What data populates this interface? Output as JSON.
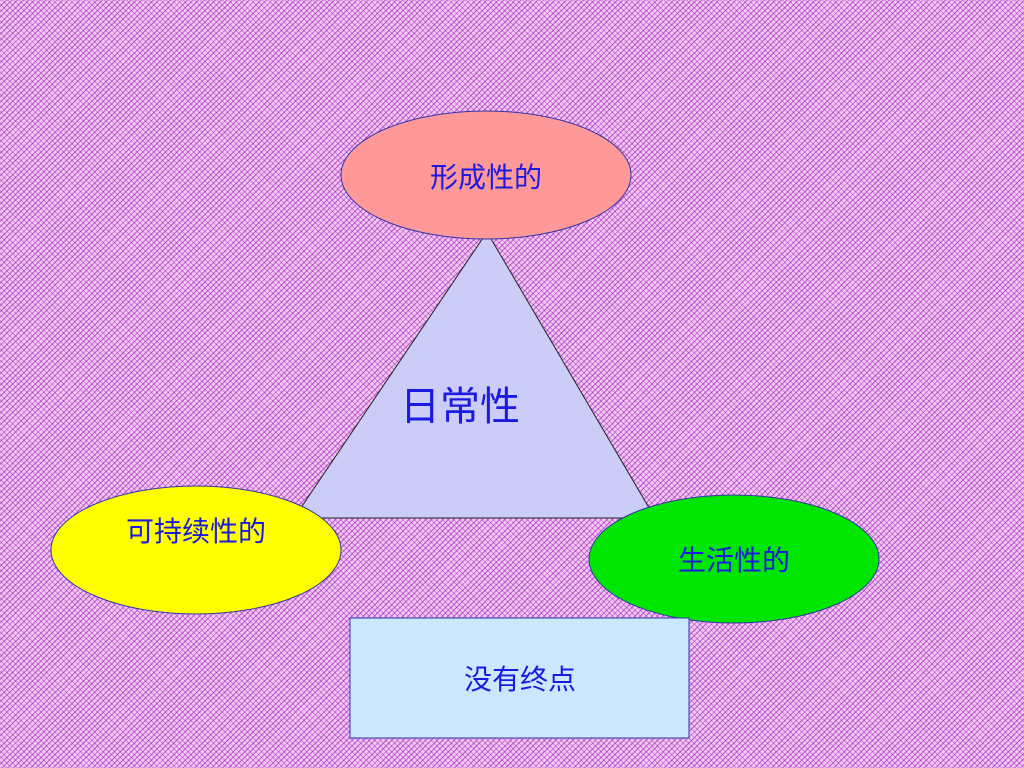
{
  "diagram": {
    "center_label": "日常性",
    "top_node": {
      "label": "形成性的",
      "fill": "#ff9999"
    },
    "left_node": {
      "label": "可持续性的",
      "fill": "#ffff00"
    },
    "right_node": {
      "label": "生活性的",
      "fill": "#00e600"
    },
    "bottom_box": {
      "label": "没有终点",
      "fill": "#cce8ff"
    },
    "triangle_fill": "#ccccf8",
    "text_color": "#1a1ae0"
  }
}
